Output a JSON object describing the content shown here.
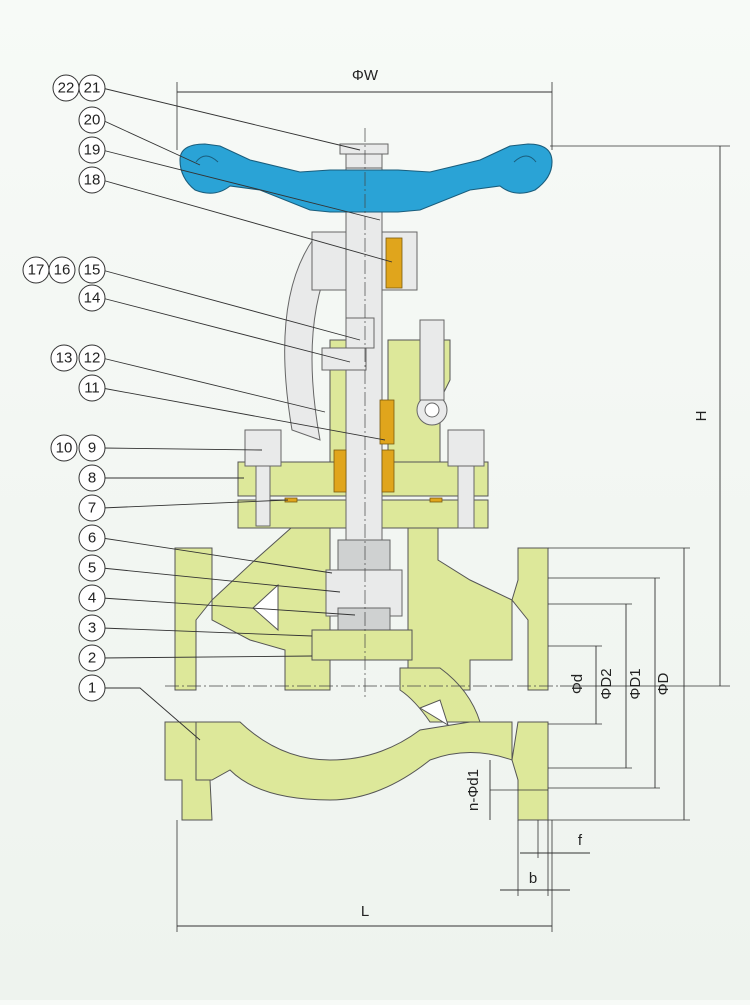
{
  "callouts": [
    {
      "label": "22"
    },
    {
      "label": "21"
    },
    {
      "label": "20"
    },
    {
      "label": "19"
    },
    {
      "label": "18"
    },
    {
      "label": "17"
    },
    {
      "label": "16"
    },
    {
      "label": "15"
    },
    {
      "label": "14"
    },
    {
      "label": "13"
    },
    {
      "label": "12"
    },
    {
      "label": "11"
    },
    {
      "label": "10"
    },
    {
      "label": "9"
    },
    {
      "label": "8"
    },
    {
      "label": "7"
    },
    {
      "label": "6"
    },
    {
      "label": "5"
    },
    {
      "label": "4"
    },
    {
      "label": "3"
    },
    {
      "label": "2"
    },
    {
      "label": "1"
    }
  ],
  "dimensions": {
    "W": "ΦW",
    "H": "H",
    "L": "L",
    "d": "Φd",
    "D2": "ΦD2",
    "D1": "ΦD1",
    "D": "ΦD",
    "nd1": "n-Φd1",
    "f": "f",
    "b": "b"
  },
  "colors": {
    "body": "#dde89a",
    "handwheel": "#2aa3d6",
    "packing": "#e0a51c",
    "stem_parts": "#e9eaea"
  }
}
